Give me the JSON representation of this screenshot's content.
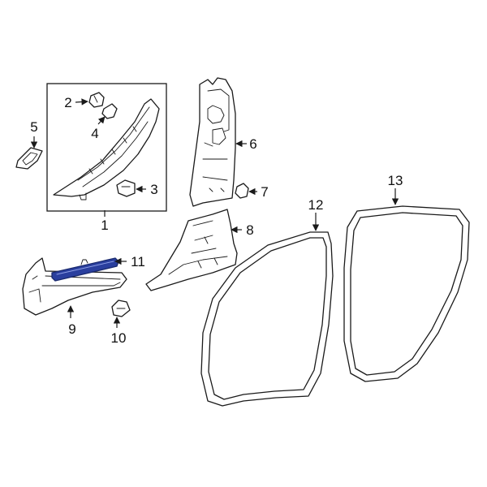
{
  "diagram": {
    "accent_color": "#2a3f9e",
    "callouts": [
      "1",
      "2",
      "3",
      "4",
      "5",
      "6",
      "7",
      "8",
      "9",
      "10",
      "11",
      "12",
      "13"
    ],
    "highlighted_part": "11"
  }
}
